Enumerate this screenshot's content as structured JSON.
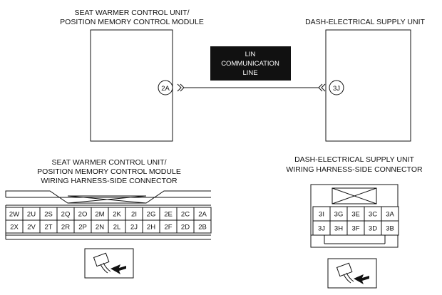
{
  "left_unit": {
    "title_lines": [
      "SEAT WARMER CONTROL UNIT/",
      "POSITION MEMORY CONTROL MODULE"
    ],
    "terminal": "2A"
  },
  "right_unit": {
    "title_lines": [
      "DASH-ELECTRICAL SUPPLY UNIT"
    ],
    "terminal": "3J"
  },
  "lin_label": [
    "LIN",
    "COMMUNICATION",
    "LINE"
  ],
  "left_connector": {
    "title_lines": [
      "SEAT WARMER CONTROL UNIT/",
      "POSITION MEMORY CONTROL MODULE",
      "WIRING HARNESS-SIDE CONNECTOR"
    ],
    "rows": [
      [
        "2W",
        "2U",
        "2S",
        "2Q",
        "2O",
        "2M",
        "2K",
        "2I",
        "2G",
        "2E",
        "2C",
        "2A"
      ],
      [
        "2X",
        "2V",
        "2T",
        "2R",
        "2P",
        "2N",
        "2L",
        "2J",
        "2H",
        "2F",
        "2D",
        "2B"
      ]
    ]
  },
  "right_connector": {
    "title_lines": [
      "DASH-ELECTRICAL SUPPLY UNIT",
      "WIRING HARNESS-SIDE CONNECTOR"
    ],
    "rows": [
      [
        "3I",
        "3G",
        "3E",
        "3C",
        "3A"
      ],
      [
        "3J",
        "3H",
        "3F",
        "3D",
        "3B"
      ]
    ]
  },
  "colors": {
    "line": "#111111",
    "label_bg": "#111111",
    "label_fg": "#ffffff"
  },
  "icons": [
    "connector-view-icon",
    "connector-view-icon"
  ]
}
